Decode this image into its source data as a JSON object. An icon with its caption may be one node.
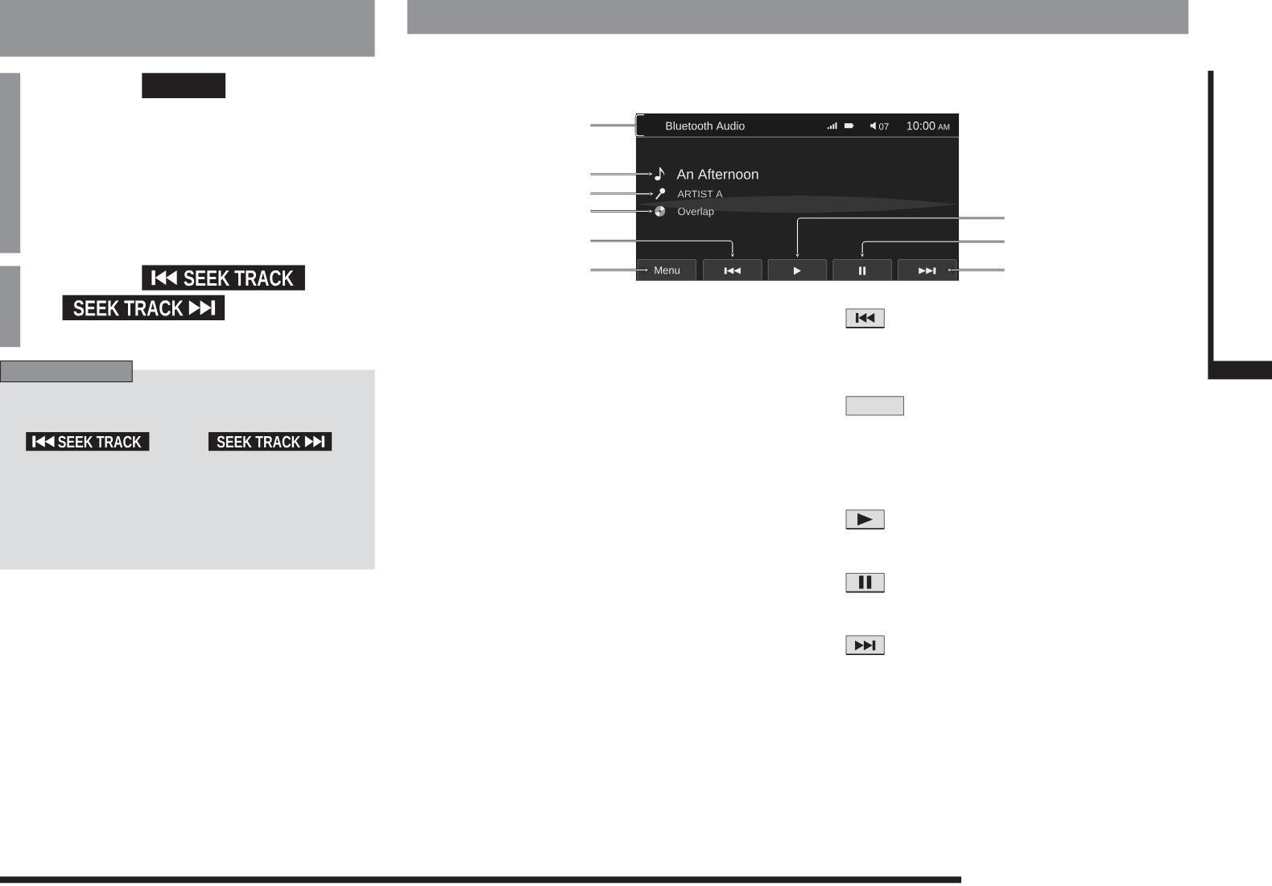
{
  "diagram": {
    "nodes": [
      {
        "text": [],
        "shape": "bar"
      },
      {
        "text": [],
        "shape": "box"
      },
      {
        "text": [],
        "shape": "bar"
      },
      {
        "text": [
          "SEEK TRACK"
        ]
      },
      {
        "text": [
          "SEEK TRACK"
        ]
      },
      {
        "text": [],
        "shape": "box"
      },
      {
        "text": [
          "SEEK TRACK"
        ]
      },
      {
        "text": [
          "SEEK TRACK"
        ]
      },
      {
        "text": [],
        "shape": "box"
      },
      {
        "text": [
          "Bluetooth Audio",
          "07",
          "10:00",
          "AM"
        ],
        "in": 8
      },
      {
        "text": [],
        "shape": "picture",
        "in": 8,
        "beside": [
          "An Afternoon"
        ]
      },
      {
        "text": [],
        "shape": "picture",
        "in": 8,
        "beside": [
          "ARTIST A"
        ]
      },
      {
        "text": [],
        "shape": "picture",
        "in": 8,
        "beside": [
          "Overlap"
        ]
      },
      {
        "text": [
          "Menu"
        ],
        "in": 8
      },
      {
        "text": [],
        "shape": "box",
        "in": 8
      },
      {
        "text": [],
        "shape": "box",
        "in": 8
      },
      {
        "text": [],
        "shape": "box",
        "in": 8
      },
      {
        "text": [],
        "shape": "box",
        "in": 8
      }
    ],
    "edges": [
      {
        "from": null,
        "to": 9,
        "arrow": "none"
      },
      {
        "from": null,
        "to": 10,
        "arrow": "to"
      },
      {
        "from": null,
        "to": 11,
        "arrow": "to"
      },
      {
        "from": null,
        "to": 12,
        "arrow": "to"
      },
      {
        "from": null,
        "to": 14,
        "arrow": "to"
      },
      {
        "from": null,
        "to": 13,
        "arrow": "to"
      },
      {
        "from": null,
        "to": 15,
        "arrow": "to"
      },
      {
        "from": null,
        "to": 16,
        "arrow": "to"
      },
      {
        "from": null,
        "to": 17,
        "arrow": "to"
      }
    ]
  }
}
